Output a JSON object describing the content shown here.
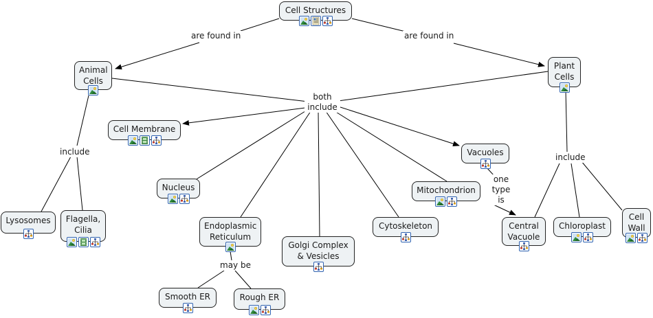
{
  "diagram": {
    "type": "concept-map",
    "nodes": {
      "cell_structures": {
        "label": "Cell Structures",
        "icons": [
          "image-icon",
          "document-icon",
          "concept-map-icon"
        ]
      },
      "animal_cells": {
        "label": "Animal\nCells",
        "icons": [
          "image-icon"
        ]
      },
      "plant_cells": {
        "label": "Plant\nCells",
        "icons": [
          "image-icon"
        ]
      },
      "cell_membrane": {
        "label": "Cell Membrane",
        "icons": [
          "image-icon",
          "video-icon",
          "concept-map-icon"
        ]
      },
      "nucleus": {
        "label": "Nucleus",
        "icons": [
          "image-icon",
          "concept-map-icon"
        ]
      },
      "endoplasmic_reticulum": {
        "label": "Endoplasmic\nReticulum",
        "icons": [
          "image-icon"
        ]
      },
      "golgi": {
        "label": "Golgi Complex\n& Vesicles",
        "icons": [
          "concept-map-icon"
        ]
      },
      "cytoskeleton": {
        "label": "Cytoskeleton",
        "icons": [
          "concept-map-icon"
        ]
      },
      "mitochondrion": {
        "label": "Mitochondrion",
        "icons": [
          "image-icon",
          "concept-map-icon"
        ]
      },
      "vacuoles": {
        "label": "Vacuoles",
        "icons": [
          "concept-map-icon"
        ]
      },
      "lysosomes": {
        "label": "Lysosomes",
        "icons": [
          "concept-map-icon"
        ]
      },
      "flagella": {
        "label": "Flagella,\nCilia",
        "icons": [
          "image-icon",
          "video-icon",
          "concept-map-icon"
        ]
      },
      "smooth_er": {
        "label": "Smooth ER",
        "icons": [
          "concept-map-icon"
        ]
      },
      "rough_er": {
        "label": "Rough ER",
        "icons": [
          "image-icon",
          "concept-map-icon"
        ]
      },
      "central_vacuole": {
        "label": "Central\nVacuole",
        "icons": [
          "concept-map-icon"
        ]
      },
      "chloroplast": {
        "label": "Chloroplast",
        "icons": [
          "image-icon",
          "concept-map-icon"
        ]
      },
      "cell_wall": {
        "label": "Cell\nWall",
        "icons": [
          "image-icon",
          "concept-map-icon"
        ]
      }
    },
    "linking_phrases": {
      "found_left": "are found in",
      "found_right": "are found in",
      "both_include": "both\ninclude",
      "animal_include": "include",
      "plant_include": "include",
      "may_be": "may be",
      "one_type_is": "one\ntype\nis"
    },
    "connections": [
      [
        "cell_structures",
        "found_left"
      ],
      [
        "found_left",
        "animal_cells"
      ],
      [
        "cell_structures",
        "found_right"
      ],
      [
        "found_right",
        "plant_cells"
      ],
      [
        "animal_cells",
        "both_include"
      ],
      [
        "plant_cells",
        "both_include"
      ],
      [
        "both_include",
        "cell_membrane"
      ],
      [
        "both_include",
        "nucleus"
      ],
      [
        "both_include",
        "endoplasmic_reticulum"
      ],
      [
        "both_include",
        "golgi"
      ],
      [
        "both_include",
        "cytoskeleton"
      ],
      [
        "both_include",
        "mitochondrion"
      ],
      [
        "both_include",
        "vacuoles"
      ],
      [
        "animal_cells",
        "animal_include"
      ],
      [
        "animal_include",
        "lysosomes"
      ],
      [
        "animal_include",
        "flagella"
      ],
      [
        "endoplasmic_reticulum",
        "may_be"
      ],
      [
        "may_be",
        "smooth_er"
      ],
      [
        "may_be",
        "rough_er"
      ],
      [
        "vacuoles",
        "one_type_is"
      ],
      [
        "one_type_is",
        "central_vacuole"
      ],
      [
        "plant_cells",
        "plant_include"
      ],
      [
        "plant_include",
        "central_vacuole"
      ],
      [
        "plant_include",
        "chloroplast"
      ],
      [
        "plant_include",
        "cell_wall"
      ]
    ]
  },
  "colors": {
    "node_fill": "#eef2f4",
    "node_border": "#222222",
    "icon_border": "#2f62b0",
    "line": "#000000"
  }
}
